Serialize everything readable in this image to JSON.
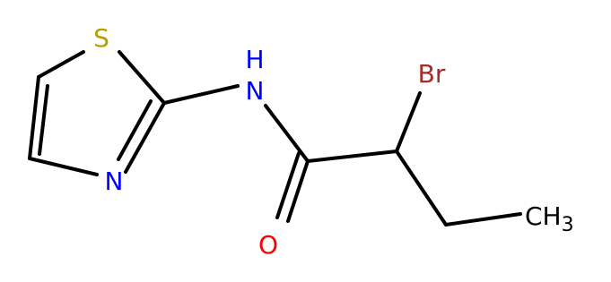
{
  "molecule": {
    "atoms": [
      {
        "id": "S",
        "symbol": "S",
        "color": "#b2a100"
      },
      {
        "id": "N1",
        "symbol": "N",
        "color": "#0000ff"
      },
      {
        "id": "NH",
        "symbol": "N",
        "subscript_label": "H",
        "color": "#0000ff"
      },
      {
        "id": "Br",
        "symbol": "Br",
        "color": "#a52a2a"
      },
      {
        "id": "O",
        "symbol": "O",
        "color": "#ff0000"
      },
      {
        "id": "CH3",
        "symbol": "CH",
        "subscript": "3",
        "color": "#000000"
      }
    ],
    "bond_color": "#000000"
  }
}
